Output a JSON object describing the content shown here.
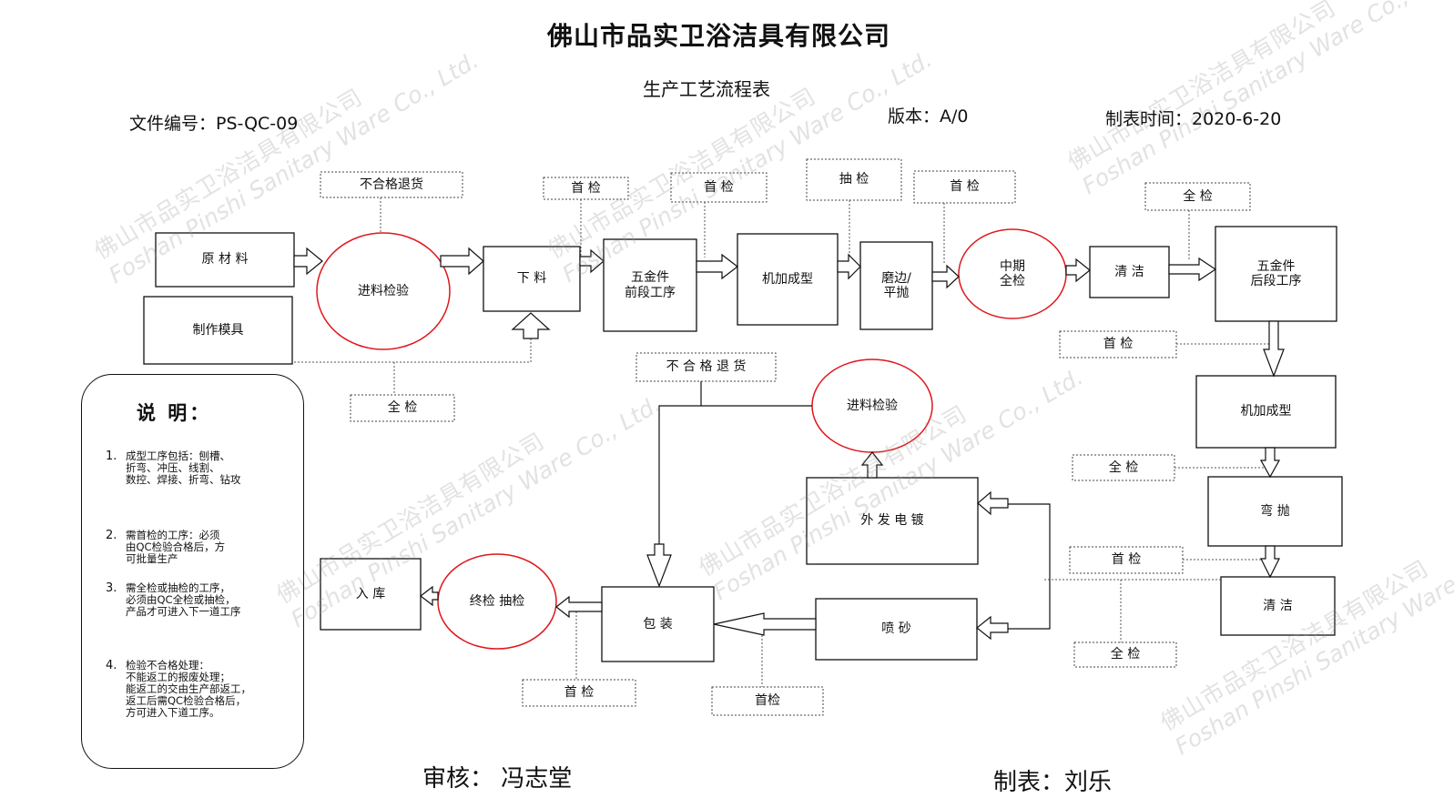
{
  "header": {
    "company": "佛山市品实卫浴洁具有限公司",
    "doc_title": "生产工艺流程表",
    "doc_number": "文件编号：PS-QC-09",
    "version": "版本：A/0",
    "date": "制表时间：2020-6-20"
  },
  "process_boxes": {
    "raw_material": "原 材 料",
    "mold_making": "制作模具",
    "cutting": "下  料",
    "hardware_front": "五金件\n前段工序",
    "machining_1": "机加成型",
    "grinding": "磨边/\n平抛",
    "cleaning_1": "清 洁",
    "hardware_back": "五金件\n后段工序",
    "machining_2": "机加成型",
    "bending_polish": "弯  抛",
    "cleaning_2": "清  洁",
    "outsource_plating": "外 发 电 镀",
    "sandblasting": "喷  砂",
    "packaging": "包  装",
    "warehouse": "入  库"
  },
  "inspection_circles": {
    "incoming_1": "进料检验",
    "midterm": "中期\n全检",
    "incoming_2": "进料检验",
    "final": "终检 抽检"
  },
  "qc_tags": {
    "reject_return_1": "不合格退货",
    "first_check_cut": "首 检",
    "first_check_hw": "首 检",
    "sampling_check": "抽 检",
    "first_check_grind": "首 检",
    "full_check_clean": "全  检",
    "full_check_mold": "全  检",
    "first_check_back": "首  检",
    "full_check_machining": "全    检",
    "first_check_bend": "首  检",
    "full_check_clean2": "全  检",
    "reject_return_2": "不 合 格 退 货",
    "first_check_pack": "首  检",
    "first_check_sand": "首检"
  },
  "notes": {
    "heading": "说 明：",
    "items": [
      {
        "num": "1.",
        "lines": [
          "成型工序包括：刨槽、",
          "折弯、冲压、线割、",
          "数控、焊接、折弯、钻攻"
        ]
      },
      {
        "num": "2.",
        "lines": [
          "需首检的工序：必须",
          "由QC检验合格后，方",
          "可批量生产"
        ]
      },
      {
        "num": "3.",
        "lines": [
          "需全检或抽检的工序，",
          "必须由QC全检或抽检，",
          "产品才可进入下一道工序"
        ]
      },
      {
        "num": "4.",
        "lines": [
          "检验不合格处理：",
          "不能返工的报废处理；",
          "能返工的交由生产部返工，",
          "返工后需QC检验合格后，",
          "方可进入下道工序。"
        ]
      }
    ]
  },
  "signatures": {
    "reviewer": "审核：  冯志堂",
    "preparer": "制表：刘乐"
  },
  "watermark": {
    "cn": "佛山市品实卫浴洁具有限公司",
    "en": "Foshan Pinshi Sanitary Ware Co., Ltd."
  },
  "colors": {
    "line": "#111111",
    "inspection_circle": "#e0161b",
    "watermark": "#969696"
  }
}
